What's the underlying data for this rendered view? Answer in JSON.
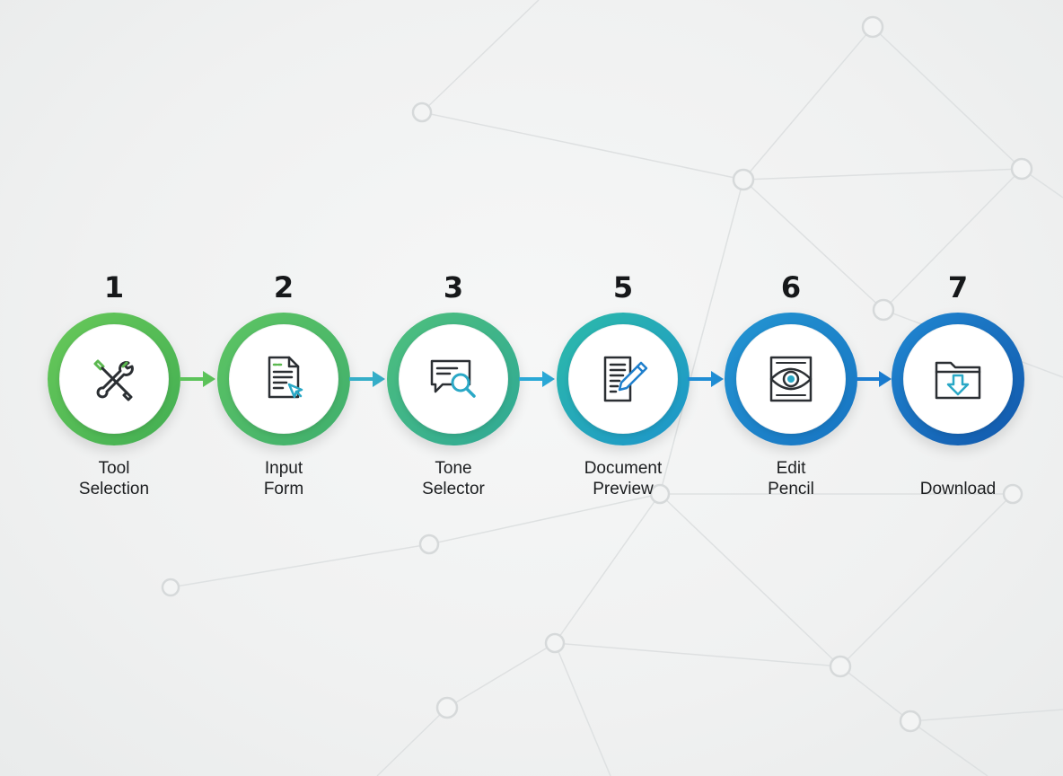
{
  "steps": [
    {
      "number": "1",
      "label_lines": [
        "Tool",
        "Selection"
      ],
      "icon": "tools-icon",
      "ring_colors": [
        "#5cc35a",
        "#4cb454"
      ]
    },
    {
      "number": "2",
      "label_lines": [
        "Input",
        "Form"
      ],
      "icon": "form-cursor-icon",
      "ring_colors": [
        "#58c16a",
        "#46b070"
      ]
    },
    {
      "number": "3",
      "label_lines": [
        "Tone",
        "Selector"
      ],
      "icon": "chat-search-icon",
      "ring_colors": [
        "#49bb80",
        "#33ad93"
      ]
    },
    {
      "number": "5",
      "label_lines": [
        "Document",
        "Preview"
      ],
      "icon": "document-pencil-icon",
      "ring_colors": [
        "#2cb4b0",
        "#1f9cc9"
      ]
    },
    {
      "number": "6",
      "label_lines": [
        "Edit",
        "Pencil"
      ],
      "icon": "eye-frame-icon",
      "ring_colors": [
        "#2395d0",
        "#1a7fc8"
      ]
    },
    {
      "number": "7",
      "label_lines": [
        "",
        "Download"
      ],
      "icon": "folder-download-icon",
      "ring_colors": [
        "#1e86d0",
        "#1565b8"
      ]
    }
  ],
  "colors": {
    "arrow_1": "#5cc35a",
    "arrow_2": "#35aec8",
    "arrow_3": "#2aa8d6",
    "arrow_4": "#1f8dd4",
    "arrow_5": "#1a7cd0"
  }
}
